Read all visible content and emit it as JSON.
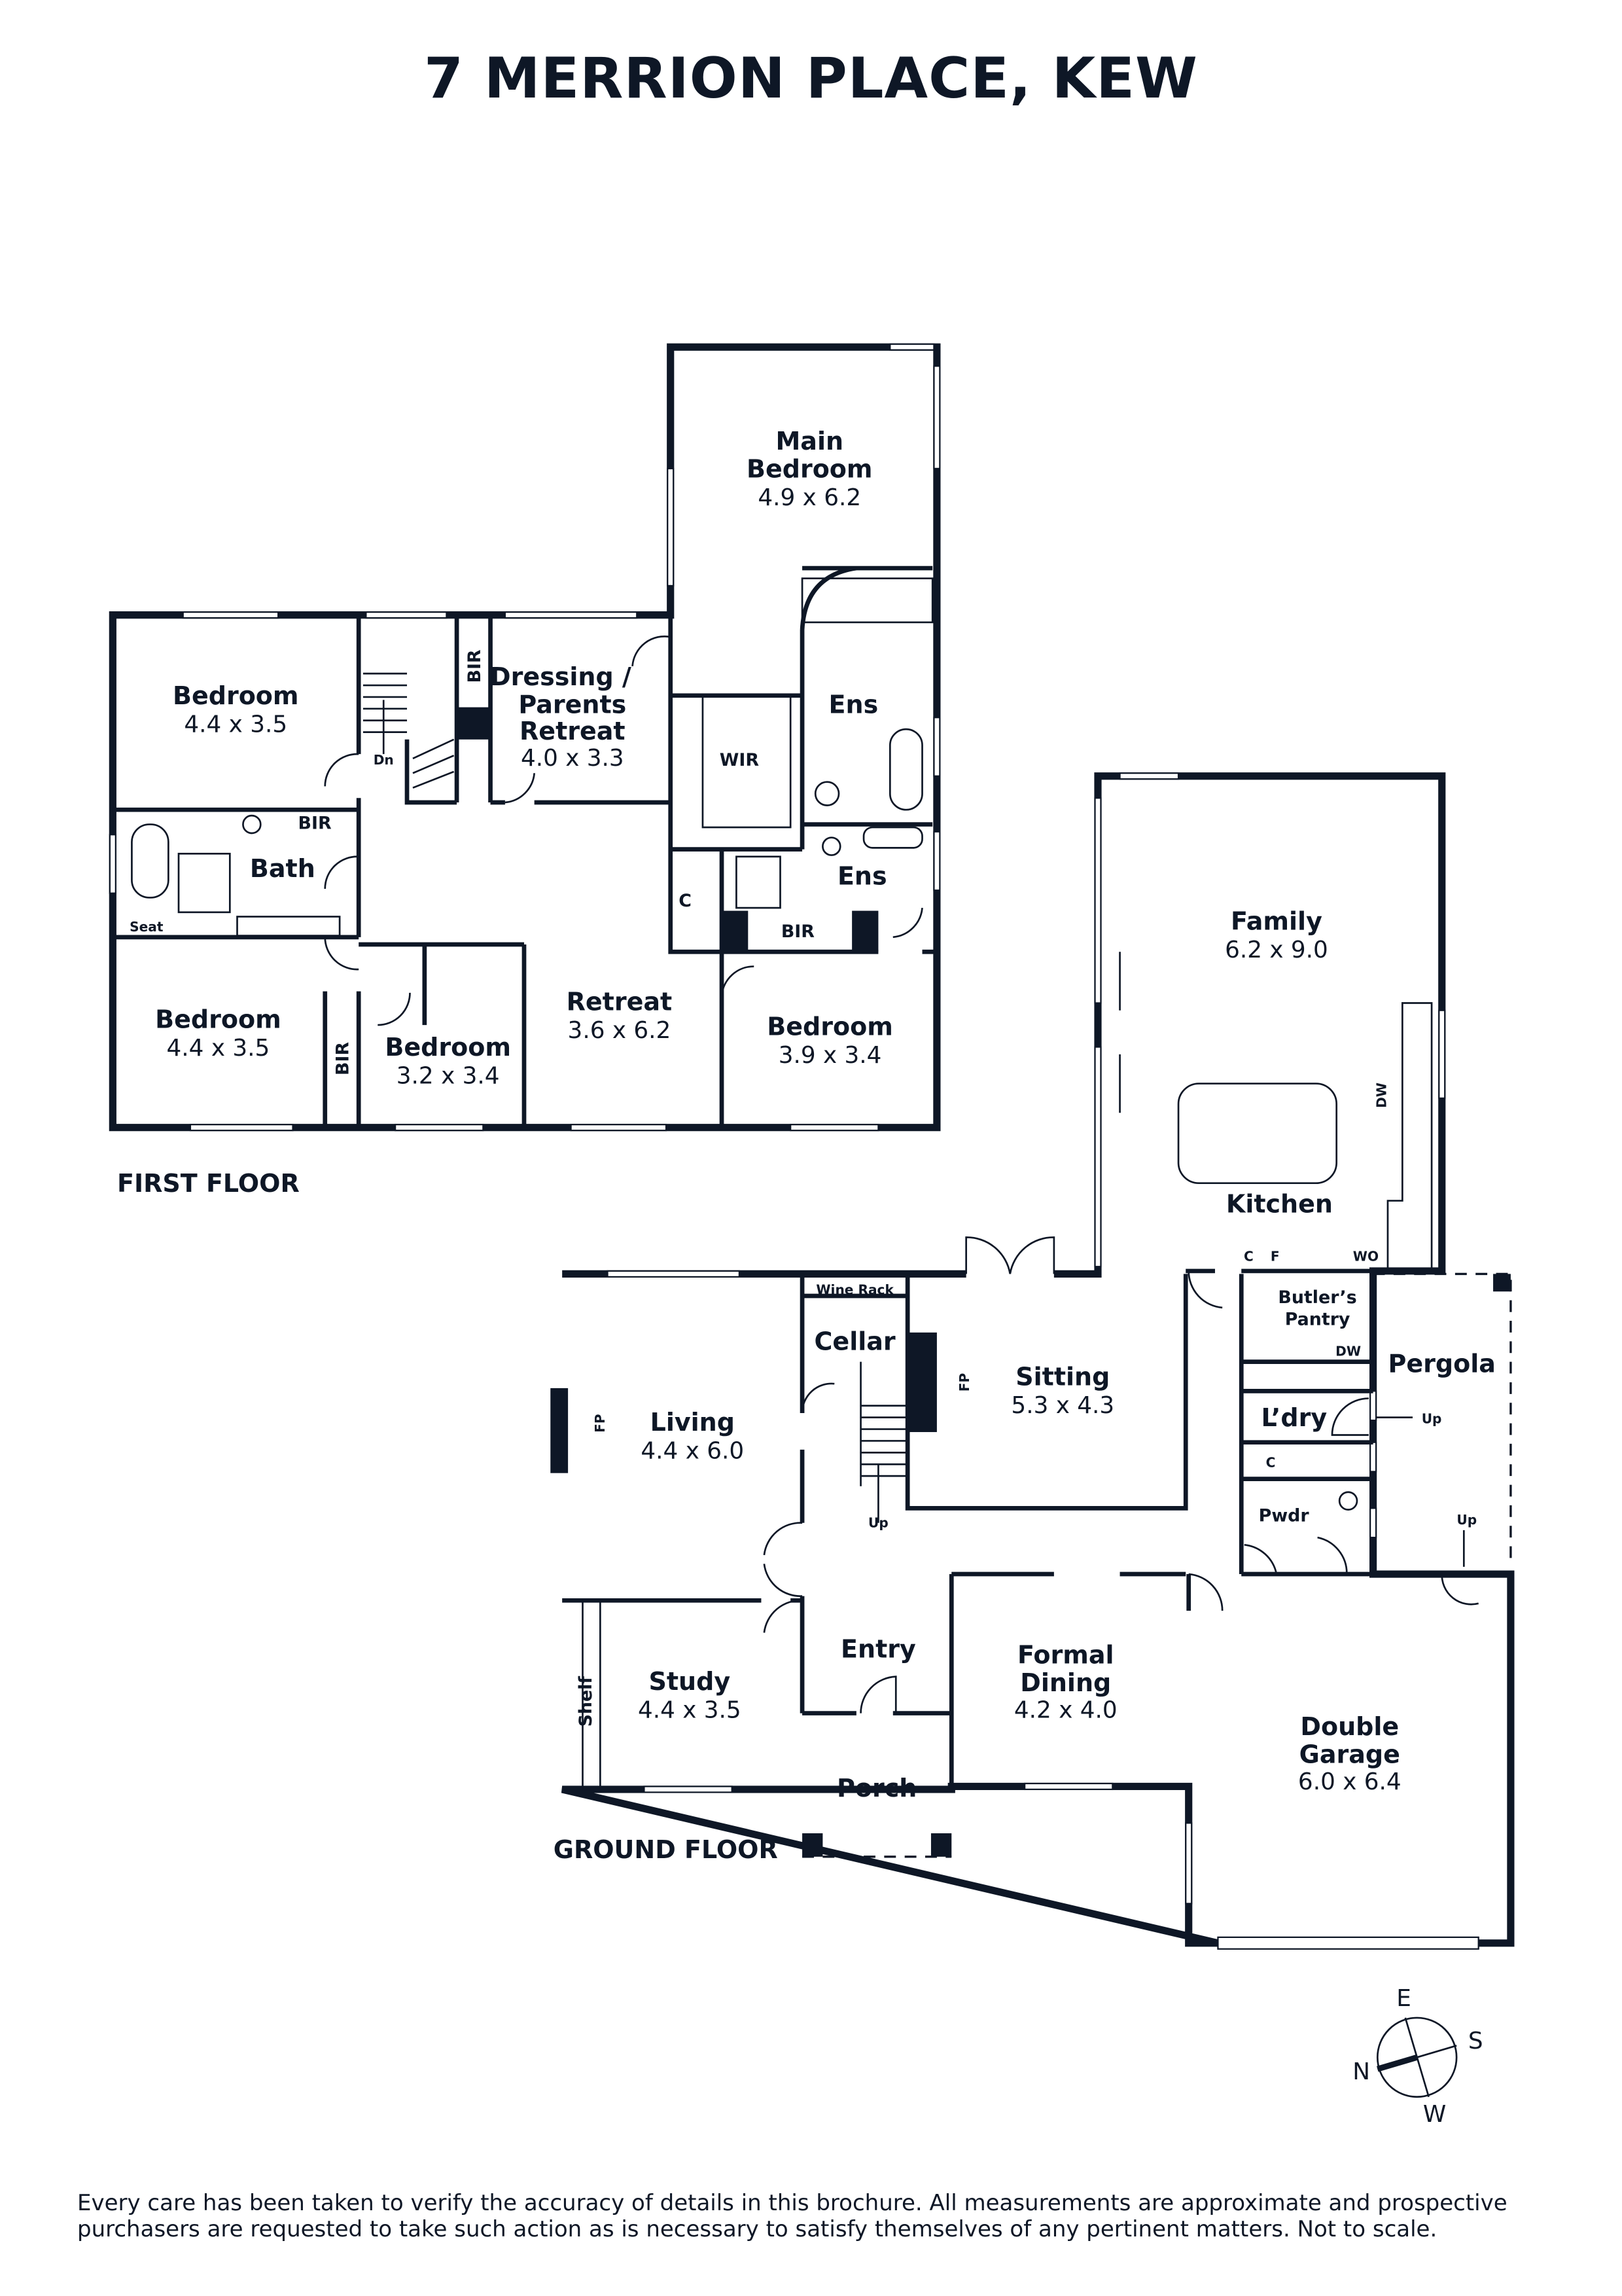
{
  "title": "7 MERRION PLACE, KEW",
  "floors": {
    "first": "FIRST FLOOR",
    "ground": "GROUND FLOOR"
  },
  "first_floor": {
    "main_bedroom": {
      "name1": "Main",
      "name2": "Bedroom",
      "dims": "4.9 x 6.2"
    },
    "bedroom_nw": {
      "name": "Bedroom",
      "dims": "4.4 x 3.5"
    },
    "dressing": {
      "name1": "Dressing /",
      "name2": "Parents",
      "name3": "Retreat",
      "dims": "4.0 x 3.3"
    },
    "ens_main": "Ens",
    "wir": "WIR",
    "bath": "Bath",
    "seat": "Seat",
    "bir_bath": "BIR",
    "bir_stair": "BIR",
    "bir_sw": "BIR",
    "bir_ens": "BIR",
    "dn": "Dn",
    "ens_2": "Ens",
    "c": "C",
    "bedroom_sw": {
      "name": "Bedroom",
      "dims": "4.4 x 3.5"
    },
    "bedroom_mid": {
      "name": "Bedroom",
      "dims": "3.2 x 3.4"
    },
    "retreat": {
      "name": "Retreat",
      "dims": "3.6 x 6.2"
    },
    "bedroom_se": {
      "name": "Bedroom",
      "dims": "3.9 x 3.4"
    }
  },
  "ground_floor": {
    "family": {
      "name": "Family",
      "dims": "6.2 x 9.0"
    },
    "kitchen": "Kitchen",
    "dw": "DW",
    "c1": "C",
    "f": "F",
    "wo": "WO",
    "butlers": {
      "name1": "Butler’s",
      "name2": "Pantry",
      "dw": "DW"
    },
    "pergola": "Pergola",
    "laundry": "L’dry",
    "c2": "C",
    "pwdr": "Pwdr",
    "up1": "Up",
    "up2": "Up",
    "up3": "Up",
    "wine_rack": "Wine Rack",
    "cellar": "Cellar",
    "sitting": {
      "name": "Sitting",
      "dims": "5.3 x 4.3"
    },
    "fp1": "FP",
    "fp2": "FP",
    "living": {
      "name": "Living",
      "dims": "4.4 x 6.0"
    },
    "study": {
      "name": "Study",
      "dims": "4.4 x 3.5"
    },
    "shelf": "Shelf",
    "entry": "Entry",
    "porch": "Porch",
    "dining": {
      "name1": "Formal",
      "name2": "Dining",
      "dims": "4.2 x 4.0"
    },
    "garage": {
      "name1": "Double",
      "name2": "Garage",
      "dims": "6.0 x 6.4"
    }
  },
  "compass": {
    "n": "N",
    "e": "E",
    "s": "S",
    "w": "W"
  },
  "footer": {
    "line1": "Every care has been taken to verify the accuracy of details in this brochure. All measurements are approximate and prospective",
    "line2": "purchasers are requested to take such action as is necessary to satisfy themselves of any pertinent matters. Not to scale."
  },
  "colors": {
    "ink": "#0e1726",
    "background": "#ffffff"
  }
}
